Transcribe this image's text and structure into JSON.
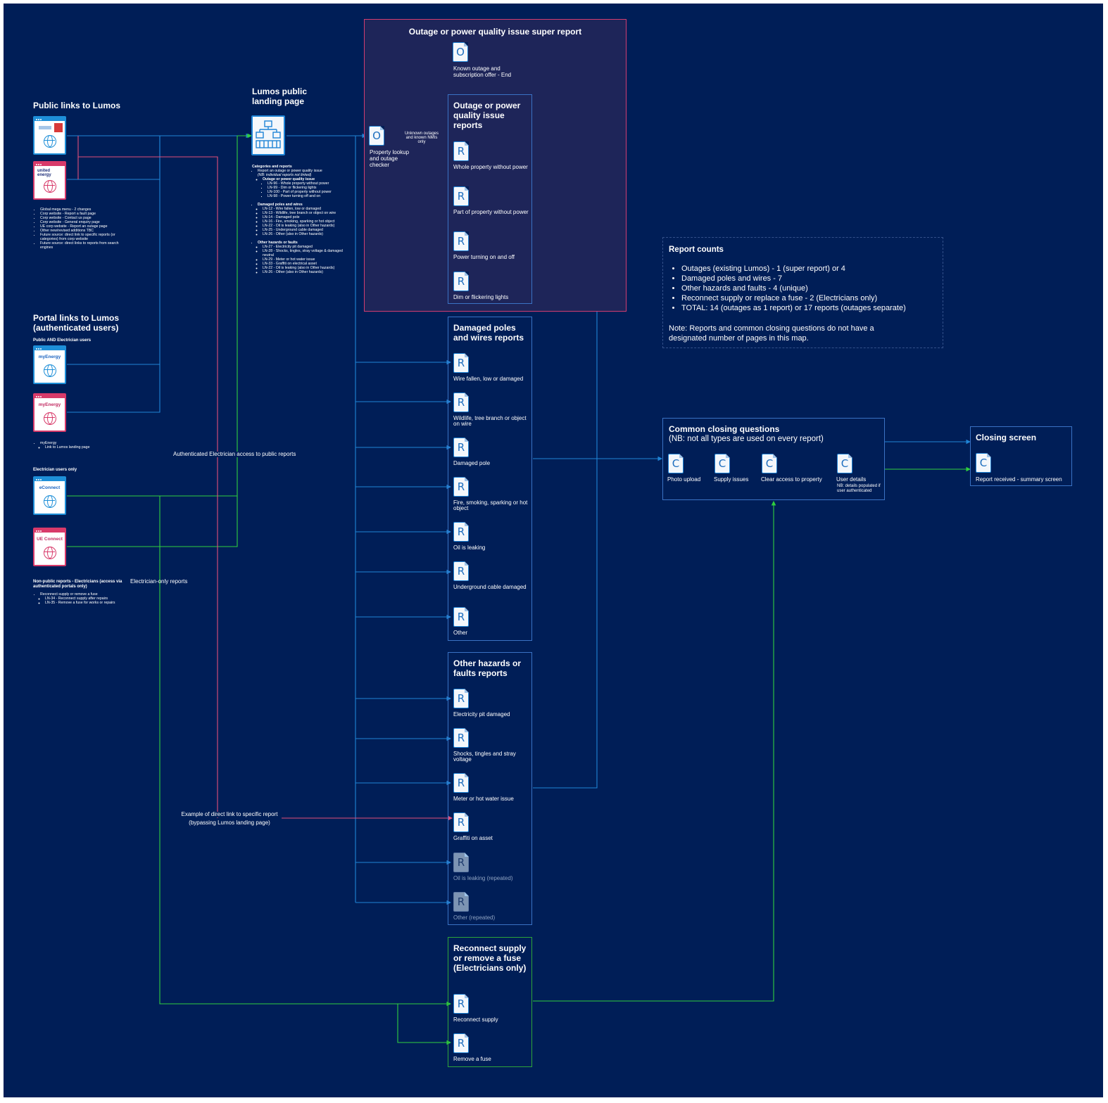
{
  "super_report": {
    "title": "Outage or power quality issue super report",
    "known_outage_letter": "O",
    "known_outage_label": "Known outage and subscription offer - End",
    "lookup_letter": "O",
    "lookup_label": "Property lookup and outage checker",
    "unknown_note": "Unknown outages and known NMIs only"
  },
  "public_links": {
    "title": "Public links to Lumos",
    "notes": [
      "Global mega menu - 2 changes",
      "Corp website - Report a fault page",
      "Corp website - Contact us page",
      "Corp website - General enquiry page",
      "UE corp website - Report an outage page",
      "Other new/revised additions TBC",
      "Future source: direct link to specific reports (or categories) from corp website",
      "Future source: direct links to reports from search engines"
    ],
    "ue_logo": "united energy"
  },
  "landing": {
    "title": "Lumos public landing page",
    "cat_heading": "Categories and reports",
    "l1": "Report an outage or power quality issue",
    "l1note": "(NB: individual reports not linked)",
    "outage_head": "Outage or power quality issue",
    "outage_items": [
      "LN-96 - Whole property without power",
      "LN-99 - Dim or flickering lights",
      "LN-100 - Part of property without power",
      "LN-98 - Power turning off and on"
    ],
    "dmg_head": "Damaged poles and wires",
    "dmg_items": [
      "LN-12 - Wire fallen, low or damaged",
      "LN-13 - Wildlife, tree branch or object on wire",
      "LN-14 - Damaged pole",
      "LN-16 - Fire, smoking, sparking or hot object",
      "LN-22 - Oil is leaking (also in Other hazards)",
      "LN-25 - Underground cable damaged",
      "LN-26 - Other (also in Other hazards)"
    ],
    "oth_head": "Other hazards or faults",
    "oth_items": [
      "LN-27 - Electricity pit damaged",
      "LN-28 - Shocks, tingles, stray voltage & damaged neutral",
      "LN-29 - Meter or hot water issue",
      "LN-33 - Graffiti on electrical asset",
      "LN-22 - Oil is leaking (also in Other hazards)",
      "LN-26 - Other (also in Other hazards)"
    ]
  },
  "portal": {
    "title": "Portal links to Lumos (authenticated users)",
    "sub_public": "Public AND Electrician users",
    "myenergy1": "myEnergy",
    "myenergy2": "myEnergy",
    "note_head": "myEnergy",
    "note_item": "Link to Lumos landing page",
    "sub_elec": "Electrician users only",
    "econnect": "eConnect",
    "ueconnect": "UE Connect",
    "nonpublic_head": "Non-public reports - Electricians (access via authenticated portals only)",
    "np_l1": "Reconnect supply or remove a fuse",
    "np_items": [
      "LN-34 - Reconnect supply after repairs",
      "LN-35 - Remove a fuse for works or repairs"
    ]
  },
  "annotations": {
    "auth_elec": "Authenticated Electrician access to public reports",
    "elec_only": "Electrician-only reports",
    "direct_link_1": "Example of direct link to specific report",
    "direct_link_2": "(bypassing Lumos landing page)"
  },
  "outage_reports": {
    "title": "Outage or power quality issue reports",
    "items": [
      {
        "letter": "R",
        "label": "Whole property without power"
      },
      {
        "letter": "R",
        "label": "Part of property without power"
      },
      {
        "letter": "R",
        "label": "Power turning on and off"
      },
      {
        "letter": "R",
        "label": "Dim or flickering lights"
      }
    ]
  },
  "damaged_reports": {
    "title": "Damaged poles and wires reports",
    "items": [
      {
        "letter": "R",
        "label": "Wire fallen, low or damaged"
      },
      {
        "letter": "R",
        "label": "Wildlife, tree branch or object on wire"
      },
      {
        "letter": "R",
        "label": "Damaged pole"
      },
      {
        "letter": "R",
        "label": "Fire, smoking, sparking or hot object"
      },
      {
        "letter": "R",
        "label": "Oil is leaking"
      },
      {
        "letter": "R",
        "label": "Underground cable damaged"
      },
      {
        "letter": "R",
        "label": "Other"
      }
    ]
  },
  "other_reports": {
    "title": "Other hazards or faults reports",
    "items": [
      {
        "letter": "R",
        "label": "Electricity pit damaged"
      },
      {
        "letter": "R",
        "label": "Shocks, tingles and stray voltage"
      },
      {
        "letter": "R",
        "label": "Meter or hot water issue"
      },
      {
        "letter": "R",
        "label": "Graffiti on asset"
      },
      {
        "letter": "R",
        "label": "Oil is leaking (repeated)"
      },
      {
        "letter": "R",
        "label": "Other (repeated)"
      }
    ]
  },
  "reconnect_reports": {
    "title": "Reconnect supply or remove a fuse (Electricians only)",
    "items": [
      {
        "letter": "R",
        "label": "Reconnect supply"
      },
      {
        "letter": "R",
        "label": "Remove a fuse"
      }
    ]
  },
  "report_counts": {
    "title": "Report counts",
    "items": [
      "Outages (existing Lumos) - 1 (super report) or 4",
      "Damaged poles and wires - 7",
      "Other hazards and faults - 4 (unique)",
      "Reconnect supply or replace a fuse - 2 (Electricians only)",
      "TOTAL: 14 (outages as 1 report) or 17 reports (outages separate)"
    ],
    "note": "Note: Reports and common closing questions do not have a designated number of pages in this map."
  },
  "closing_questions": {
    "title": "Common closing questions",
    "subtitle": "(NB: not all types are used on every report)",
    "items": [
      {
        "letter": "C",
        "label": "Photo upload"
      },
      {
        "letter": "C",
        "label": "Supply issues"
      },
      {
        "letter": "C",
        "label": "Clear access to property"
      },
      {
        "letter": "C",
        "label": "User details"
      }
    ],
    "user_note": "NB: details populated if user authenticated"
  },
  "closing_screen": {
    "title": "Closing screen",
    "letter": "C",
    "label": "Report received - summary screen"
  },
  "colors": {
    "background": "#001e57",
    "blue": "#1f84d6",
    "pink": "#e24f7a",
    "green": "#2fcf3f"
  }
}
